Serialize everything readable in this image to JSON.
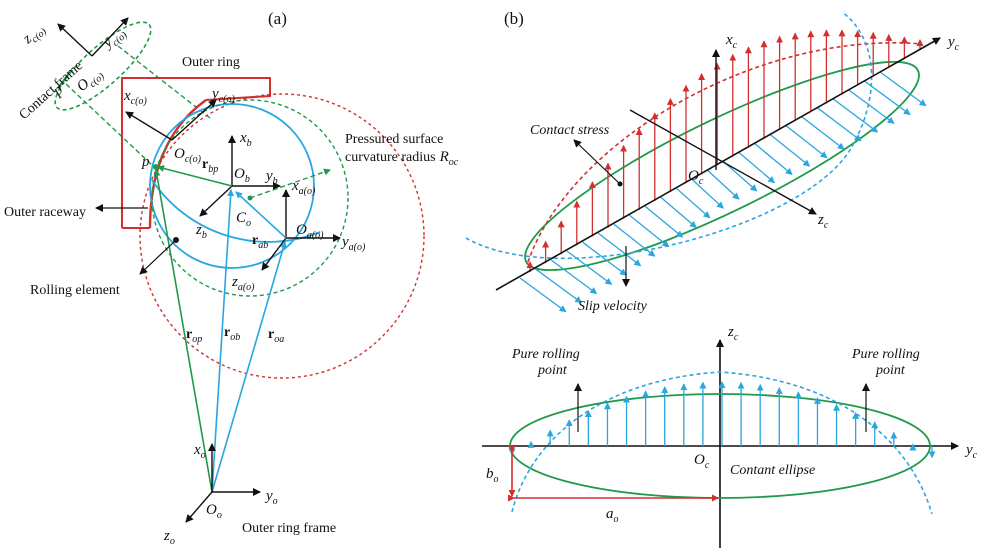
{
  "panel_a": {
    "label": "(a)",
    "contact_frame": "Contact frame",
    "outer_ring": "Outer ring",
    "pressured_surface_line1": "Pressured surface",
    "pressured_surface_line2": "curvature radius",
    "outer_raceway": "Outer raceway",
    "rolling_element": "Rolling element",
    "outer_ring_frame": "Outer ring frame",
    "R_main": "R",
    "R_sub": "oc",
    "z_co_main": "z",
    "z_co_sub": "c(o)",
    "y_co_top_main": "y",
    "y_co_top_sub": "c(o)",
    "O_co_top_main": "O",
    "O_co_top_sub": "c(o)",
    "p_top": "p",
    "x_co_main": "x",
    "x_co_sub": "c(o)",
    "y_co_main": "y",
    "y_co_sub": "c(o)",
    "O_co_main": "O",
    "O_co_sub": "c(o)",
    "p_main": "p",
    "x_b_main": "x",
    "x_b_sub": "b",
    "y_b_main": "y",
    "y_b_sub": "b",
    "z_b_main": "z",
    "z_b_sub": "b",
    "O_b_main": "O",
    "O_b_sub": "b",
    "r_bp_main": "r",
    "r_bp_sub": "bp",
    "C_o_main": "C",
    "C_o_sub": "o",
    "x_ao_main": "x",
    "x_ao_sub": "a(o)",
    "y_ao_main": "y",
    "y_ao_sub": "a(o)",
    "z_ao_main": "z",
    "z_ao_sub": "a(o)",
    "O_ao_main": "O",
    "O_ao_sub": "a(o)",
    "r_ab_main": "r",
    "r_ab_sub": "ab",
    "r_op_main": "r",
    "r_op_sub": "op",
    "r_ob_main": "r",
    "r_ob_sub": "ob",
    "r_oa_main": "r",
    "r_oa_sub": "oa",
    "x_o_main": "x",
    "x_o_sub": "o",
    "y_o_main": "y",
    "y_o_sub": "o",
    "z_o_main": "z",
    "z_o_sub": "o",
    "O_o_main": "O",
    "O_o_sub": "o"
  },
  "panel_b": {
    "label": "(b)",
    "contact_stress": "Contact stress",
    "slip_velocity": "Slip velocity",
    "x_c_main": "x",
    "x_c_sub": "c",
    "y_c_main": "y",
    "y_c_sub": "c",
    "z_c_main": "z",
    "z_c_sub": "c",
    "O_c_main": "O",
    "O_c_sub": "c",
    "pure_rolling_left_1": "Pure rolling",
    "pure_rolling_left_2": "point",
    "pure_rolling_right_1": "Pure rolling",
    "pure_rolling_right_2": "point",
    "z_c2_main": "z",
    "z_c2_sub": "c",
    "y_c2_main": "y",
    "y_c2_sub": "c",
    "O_c2_main": "O",
    "O_c2_sub": "c",
    "contant_ellipse": "Contant ellipse",
    "b_o_main": "b",
    "b_o_sub": "o",
    "a_o_main": "a",
    "a_o_sub": "o"
  },
  "colors": {
    "red": "#d32f2f",
    "blue": "#2aa6e0",
    "green": "#1f9a4a",
    "black": "#111111"
  }
}
